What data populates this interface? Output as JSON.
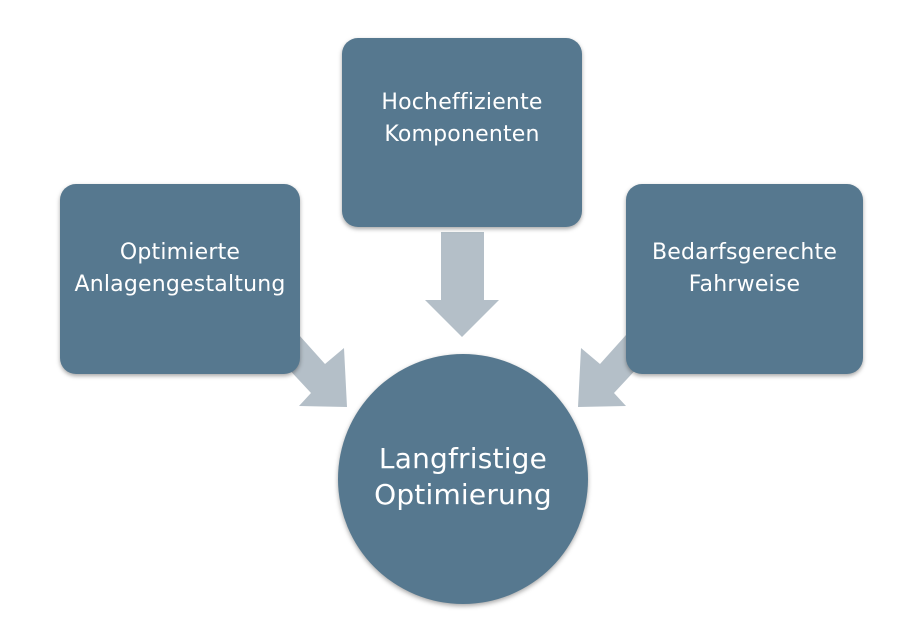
{
  "diagram": {
    "top": {
      "line1": "Hocheffiziente",
      "line2": "Komponenten"
    },
    "left": {
      "line1": "Optimierte",
      "line2": "Anlagengestaltung"
    },
    "right": {
      "line1": "Bedarfsgerechte",
      "line2": "Fahrweise"
    },
    "center": {
      "line1": "Langfristige",
      "line2": "Optimierung"
    }
  },
  "colors": {
    "node_fill": "#56788f",
    "arrow_fill": "#b4bfc8",
    "text": "#ffffff",
    "background": "#ffffff"
  }
}
